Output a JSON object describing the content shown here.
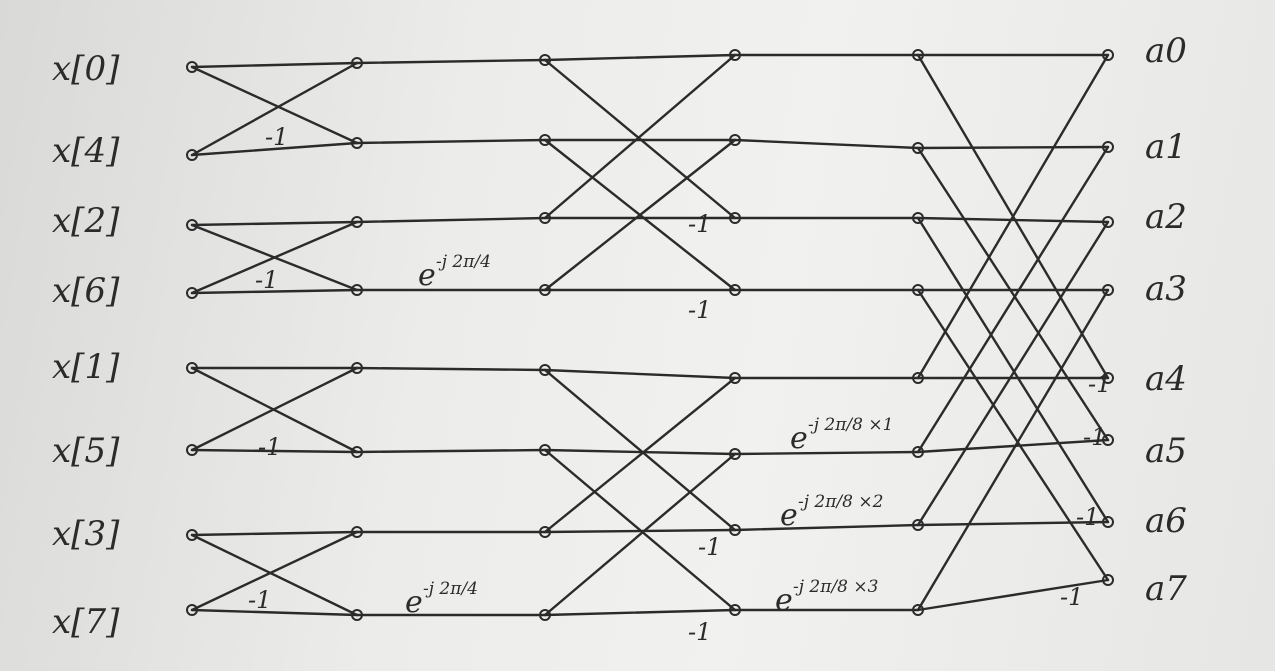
{
  "inputs": [
    "x[0]",
    "x[4]",
    "x[2]",
    "x[6]",
    "x[1]",
    "x[5]",
    "x[3]",
    "x[7]"
  ],
  "outputs": [
    "a0",
    "a1",
    "a2",
    "a3",
    "a4",
    "a5",
    "a6",
    "a7"
  ],
  "minus_one": "-1",
  "twiddles": {
    "stage2_a": {
      "base": "e",
      "exponent": "-j 2π/4"
    },
    "stage2_b": {
      "base": "e",
      "exponent": "-j 2π/4"
    },
    "stage3_1": {
      "base": "e",
      "exponent": "-j 2π/8 ×1"
    },
    "stage3_2": {
      "base": "e",
      "exponent": "-j 2π/8 ×2"
    },
    "stage3_3": {
      "base": "e",
      "exponent": "-j 2π/8 ×3"
    }
  }
}
